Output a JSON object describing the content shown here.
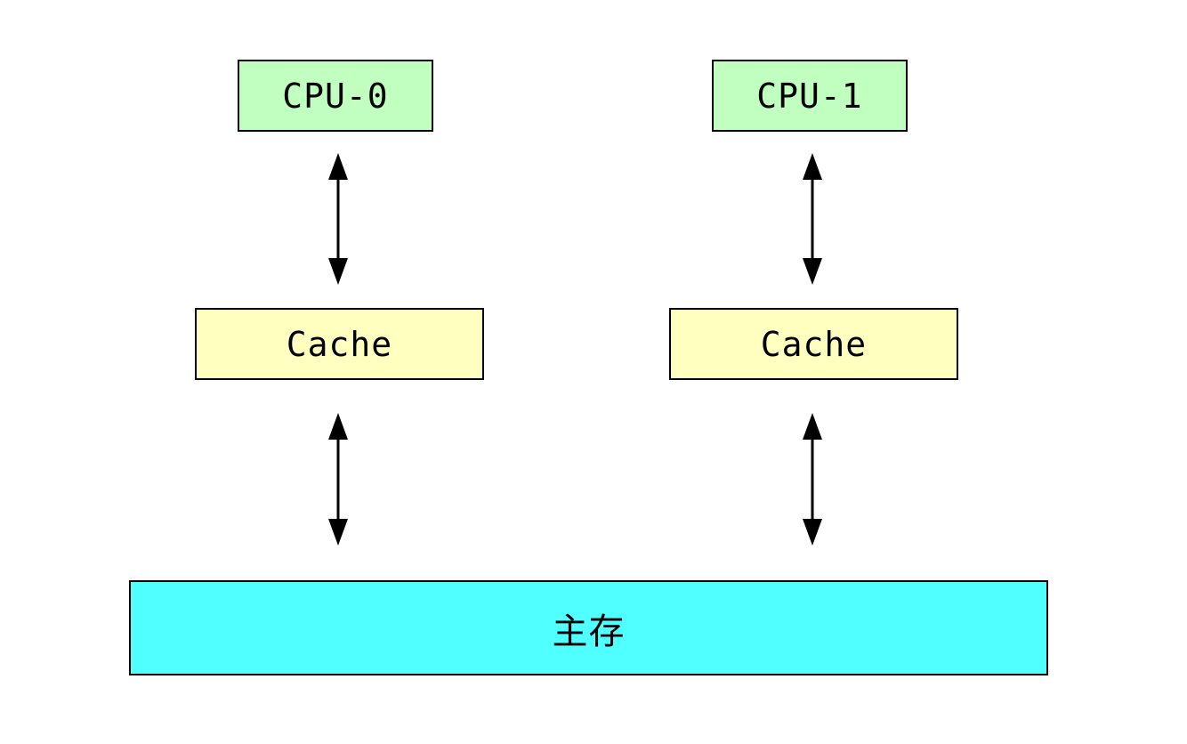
{
  "diagram": {
    "cpus": [
      {
        "label": "CPU-0",
        "color": "#c0ffc0"
      },
      {
        "label": "CPU-1",
        "color": "#c0ffc0"
      }
    ],
    "caches": [
      {
        "label": "Cache",
        "color": "#ffffc0"
      },
      {
        "label": "Cache",
        "color": "#ffffc0"
      }
    ],
    "main_memory": {
      "label": "主存",
      "color": "#50ffff"
    },
    "connections": [
      {
        "from": "CPU-0",
        "to": "Cache",
        "direction": "bidirectional"
      },
      {
        "from": "CPU-1",
        "to": "Cache",
        "direction": "bidirectional"
      },
      {
        "from": "Cache",
        "to": "主存",
        "direction": "bidirectional"
      },
      {
        "from": "Cache",
        "to": "主存",
        "direction": "bidirectional"
      }
    ]
  }
}
